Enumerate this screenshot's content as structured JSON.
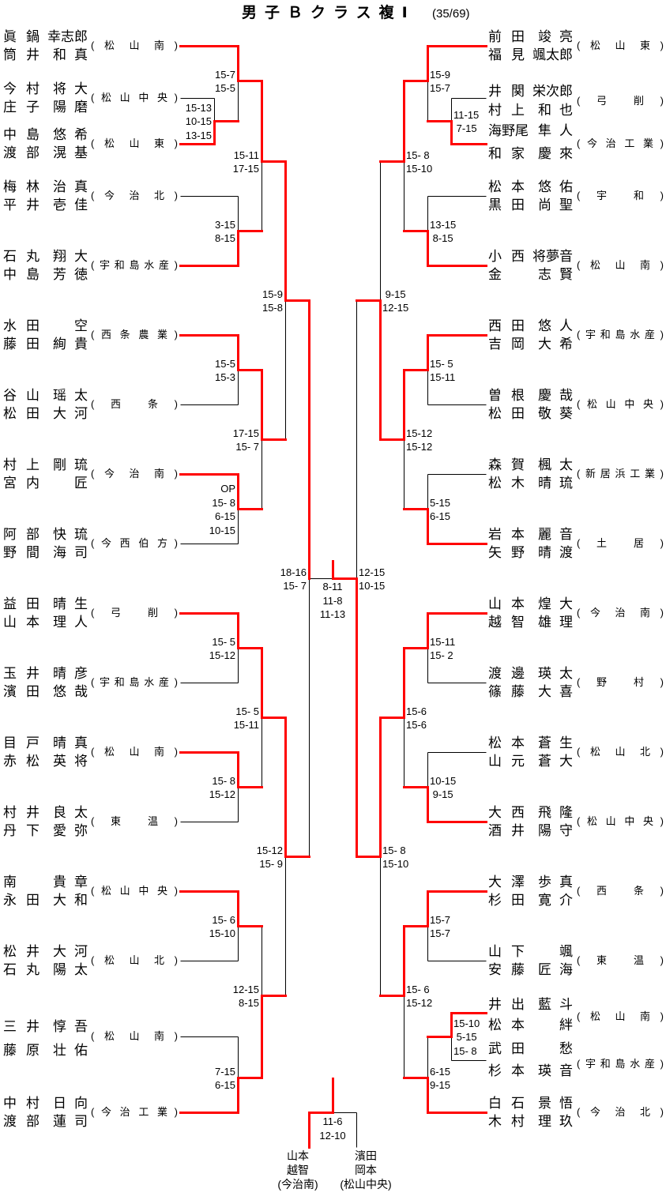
{
  "title": "男子Ｂクラス複Ⅰ",
  "entry_count": "(35/69)",
  "colors": {
    "winner_line": "#ff0000",
    "plain_line": "#000000"
  },
  "left": {
    "teams": [
      {
        "players": [
          [
            "眞鍋",
            "幸志郎"
          ],
          [
            "筒井",
            "和真"
          ]
        ],
        "school": "松山南"
      },
      {
        "players": [
          [
            "今村",
            "将大"
          ],
          [
            "庄子",
            "陽磨"
          ]
        ],
        "school": "松山中央"
      },
      {
        "players": [
          [
            "中島",
            "悠希"
          ],
          [
            "渡部",
            "滉基"
          ]
        ],
        "school": "松山東"
      },
      {
        "players": [
          [
            "梅林",
            "治真"
          ],
          [
            "平井",
            "壱佳"
          ]
        ],
        "school": "今治北"
      },
      {
        "players": [
          [
            "石丸",
            "翔大"
          ],
          [
            "中島",
            "芳徳"
          ]
        ],
        "school": "宇和島水産"
      },
      {
        "players": [
          [
            "水田",
            "空"
          ],
          [
            "藤田",
            "絢貴"
          ]
        ],
        "school": "西条農業"
      },
      {
        "players": [
          [
            "谷山",
            "瑶太"
          ],
          [
            "松田",
            "大河"
          ]
        ],
        "school": "西条"
      },
      {
        "players": [
          [
            "村上",
            "剛琉"
          ],
          [
            "宮内",
            "匠"
          ]
        ],
        "school": "今治南"
      },
      {
        "players": [
          [
            "阿部",
            "快琉"
          ],
          [
            "野間",
            "海司"
          ]
        ],
        "school": "今西伯方"
      },
      {
        "players": [
          [
            "益田",
            "晴生"
          ],
          [
            "山本",
            "理人"
          ]
        ],
        "school": "弓削"
      },
      {
        "players": [
          [
            "玉井",
            "晴彦"
          ],
          [
            "濱田",
            "悠哉"
          ]
        ],
        "school": "宇和島水産"
      },
      {
        "players": [
          [
            "目戸",
            "晴真"
          ],
          [
            "赤松",
            "英将"
          ]
        ],
        "school": "松山南"
      },
      {
        "players": [
          [
            "村井",
            "良太"
          ],
          [
            "丹下",
            "愛弥"
          ]
        ],
        "school": "東温"
      },
      {
        "players": [
          [
            "南",
            "貴章"
          ],
          [
            "永田",
            "大和"
          ]
        ],
        "school": "松山中央"
      },
      {
        "players": [
          [
            "松井",
            "大河"
          ],
          [
            "石丸",
            "陽太"
          ]
        ],
        "school": "松山北"
      },
      {
        "players": [
          [
            "三井",
            "惇吾"
          ],
          [
            "藤原",
            "壮佑"
          ]
        ],
        "school": "松山南"
      },
      {
        "players": [
          [
            "中村",
            "日向"
          ],
          [
            "渡部",
            "蓮司"
          ]
        ],
        "school": "今治工業"
      }
    ],
    "bracket": {
      "scores": [
        "18-16",
        "15- 7"
      ],
      "winner": "top",
      "top": {
        "scores": [
          "15-9",
          "15-8"
        ],
        "winner": "top",
        "top": {
          "scores": [
            "15-11",
            "17-15"
          ],
          "winner": "top",
          "top": {
            "scores": [
              "15-7",
              "15-5"
            ],
            "winner": "top",
            "top": {
              "team": 0
            },
            "bottom": {
              "scores": [
                "15-13",
                "10-15",
                "13-15"
              ],
              "winner": "bottom",
              "top": {
                "team": 1
              },
              "bottom": {
                "team": 2
              }
            }
          },
          "bottom": {
            "scores": [
              "3-15",
              "8-15"
            ],
            "winner": "bottom",
            "top": {
              "team": 3
            },
            "bottom": {
              "team": 4
            }
          }
        },
        "bottom": {
          "scores": [
            "17-15",
            "15- 7"
          ],
          "winner": "top",
          "top": {
            "scores": [
              "15-5",
              "15-3"
            ],
            "winner": "top",
            "top": {
              "team": 5
            },
            "bottom": {
              "team": 6
            }
          },
          "bottom": {
            "scores": [
              "OP",
              "15- 8",
              "6-15",
              "10-15"
            ],
            "winner": "top",
            "top": {
              "team": 7
            },
            "bottom": {
              "team": 8
            }
          }
        }
      },
      "bottom": {
        "scores": [
          "15-12",
          "15- 9"
        ],
        "winner": "top",
        "top": {
          "scores": [
            "15- 5",
            "15-11"
          ],
          "winner": "top",
          "top": {
            "scores": [
              "15- 5",
              "15-12"
            ],
            "winner": "top",
            "top": {
              "team": 9
            },
            "bottom": {
              "team": 10
            }
          },
          "bottom": {
            "scores": [
              "15- 8",
              "15-12"
            ],
            "winner": "top",
            "top": {
              "team": 11
            },
            "bottom": {
              "team": 12
            }
          }
        },
        "bottom": {
          "scores": [
            "12-15",
            "8-15"
          ],
          "winner": "bottom",
          "top": {
            "scores": [
              "15- 6",
              "15-10"
            ],
            "winner": "top",
            "top": {
              "team": 13
            },
            "bottom": {
              "team": 14
            }
          },
          "bottom": {
            "scores": [
              "7-15",
              "6-15"
            ],
            "winner": "bottom",
            "top": {
              "team": 15
            },
            "bottom": {
              "team": 16
            }
          }
        }
      }
    }
  },
  "right": {
    "teams": [
      {
        "players": [
          [
            "前田",
            "竣亮"
          ],
          [
            "福見",
            "颯太郎"
          ]
        ],
        "school": "松山東"
      },
      {
        "players": [
          [
            "井関",
            "栄次郎"
          ],
          [
            "村上",
            "和也"
          ]
        ],
        "school": "弓削"
      },
      {
        "players": [
          [
            "海野尾",
            "隼人"
          ],
          [
            "和家",
            "慶來"
          ]
        ],
        "school": "今治工業"
      },
      {
        "players": [
          [
            "松本",
            "悠佑"
          ],
          [
            "黒田",
            "尚聖"
          ]
        ],
        "school": "宇和"
      },
      {
        "players": [
          [
            "小西",
            "将夢音"
          ],
          [
            "金",
            "志賢"
          ]
        ],
        "school": "松山南"
      },
      {
        "players": [
          [
            "西田",
            "悠人"
          ],
          [
            "吉岡",
            "大希"
          ]
        ],
        "school": "宇和島水産"
      },
      {
        "players": [
          [
            "曽根",
            "慶哉"
          ],
          [
            "松田",
            "敬葵"
          ]
        ],
        "school": "松山中央"
      },
      {
        "players": [
          [
            "森賀",
            "楓太"
          ],
          [
            "松木",
            "晴琉"
          ]
        ],
        "school": "新居浜工業"
      },
      {
        "players": [
          [
            "岩本",
            "麗音"
          ],
          [
            "矢野",
            "晴渡"
          ]
        ],
        "school": "土居"
      },
      {
        "players": [
          [
            "山本",
            "煌大"
          ],
          [
            "越智",
            "雄理"
          ]
        ],
        "school": "今治南"
      },
      {
        "players": [
          [
            "渡邊",
            "瑛太"
          ],
          [
            "篠藤",
            "大喜"
          ]
        ],
        "school": "野村"
      },
      {
        "players": [
          [
            "松本",
            "蒼生"
          ],
          [
            "山元",
            "蒼大"
          ]
        ],
        "school": "松山北"
      },
      {
        "players": [
          [
            "大西",
            "飛隆"
          ],
          [
            "酒井",
            "陽守"
          ]
        ],
        "school": "松山中央"
      },
      {
        "players": [
          [
            "大澤",
            "歩真"
          ],
          [
            "杉田",
            "寛介"
          ]
        ],
        "school": "西条"
      },
      {
        "players": [
          [
            "山下",
            "颯"
          ],
          [
            "安藤",
            "匠海"
          ]
        ],
        "school": "東温"
      },
      {
        "players": [
          [
            "井出",
            "藍斗"
          ],
          [
            "松本",
            "絆"
          ]
        ],
        "school": "松山南"
      },
      {
        "players": [
          [
            "武田",
            "愁"
          ],
          [
            "杉本",
            "瑛音"
          ]
        ],
        "school": "宇和島水産"
      },
      {
        "players": [
          [
            "白石",
            "景悟"
          ],
          [
            "木村",
            "理玖"
          ]
        ],
        "school": "今治北"
      }
    ],
    "bracket": {
      "scores": [
        "12-15",
        "10-15"
      ],
      "winner": "bottom",
      "top": {
        "scores": [
          " 9-15",
          "12-15"
        ],
        "winner": "bottom",
        "top": {
          "scores": [
            "15- 8",
            "15-10"
          ],
          "winner": "top",
          "top": {
            "scores": [
              "15-9",
              "15-7"
            ],
            "winner": "top",
            "top": {
              "team": 0
            },
            "bottom": {
              "scores": [
                "11-15",
                " 7-15"
              ],
              "winner": "bottom",
              "top": {
                "team": 1
              },
              "bottom": {
                "team": 2
              }
            }
          },
          "bottom": {
            "scores": [
              "13-15",
              " 8-15"
            ],
            "winner": "bottom",
            "top": {
              "team": 3
            },
            "bottom": {
              "team": 4
            }
          }
        },
        "bottom": {
          "scores": [
            "15-12",
            "15-12"
          ],
          "winner": "top",
          "top": {
            "scores": [
              "15- 5",
              "15-11"
            ],
            "winner": "top",
            "top": {
              "team": 5
            },
            "bottom": {
              "team": 6
            }
          },
          "bottom": {
            "scores": [
              "5-15",
              "6-15"
            ],
            "winner": "bottom",
            "top": {
              "team": 7
            },
            "bottom": {
              "team": 8
            }
          }
        }
      },
      "bottom": {
        "scores": [
          "15- 8",
          "15-10"
        ],
        "winner": "top",
        "top": {
          "scores": [
            "15-6",
            "15-6"
          ],
          "winner": "top",
          "top": {
            "scores": [
              "15-11",
              "15- 2"
            ],
            "winner": "top",
            "top": {
              "team": 9
            },
            "bottom": {
              "team": 10
            }
          },
          "bottom": {
            "scores": [
              "10-15",
              " 9-15"
            ],
            "winner": "bottom",
            "top": {
              "team": 11
            },
            "bottom": {
              "team": 12
            }
          }
        },
        "bottom": {
          "scores": [
            "15- 6",
            "15-12"
          ],
          "winner": "top",
          "top": {
            "scores": [
              "15-7",
              "15-7"
            ],
            "winner": "top",
            "top": {
              "team": 13
            },
            "bottom": {
              "team": 14
            }
          },
          "bottom": {
            "scores": [
              "6-15",
              "9-15"
            ],
            "winner": "bottom",
            "top": {
              "scores": [
                "15-10",
                " 5-15",
                "15- 8"
              ],
              "winner": "top",
              "top": {
                "team": 15
              },
              "bottom": {
                "team": 16
              }
            },
            "bottom": {
              "team": 17
            }
          }
        }
      }
    }
  },
  "final": {
    "scores": [
      "8-11",
      "11-8",
      "11-13"
    ],
    "winner": "right"
  },
  "playoff": {
    "scores": [
      "11-6",
      "12-10"
    ],
    "winner": "left",
    "left": {
      "players": [
        "山本",
        "越智"
      ],
      "school": "今治南"
    },
    "right": {
      "players": [
        "濱田",
        "岡本"
      ],
      "school": "松山中央"
    }
  }
}
